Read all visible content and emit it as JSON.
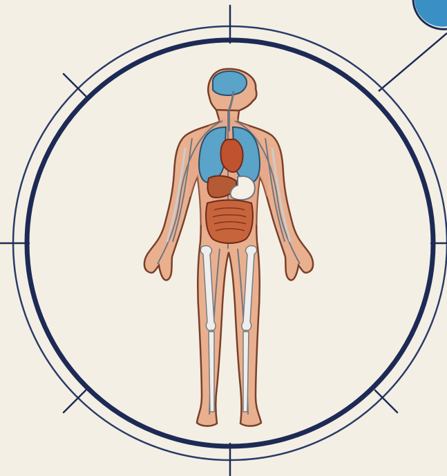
{
  "diagram": {
    "subject": "human-anatomy-figure",
    "colors": {
      "background": "#f3efe4",
      "ring_dark": "#1d2a55",
      "ring_light": "#2b3a68",
      "skin": "#e9b08f",
      "skin_outline": "#7a3f2a",
      "brain": "#5aa3c9",
      "lungs": "#5aa3c9",
      "heart": "#c1522f",
      "liver": "#b45a34",
      "stomach": "#f5f0e6",
      "intestines": "#c8643b",
      "bone": "#eeeeee",
      "vessel": "#6f7682",
      "corner_accent": "#3a8fc5"
    },
    "parts": [
      "brain",
      "spinal-cord",
      "lungs",
      "heart",
      "liver",
      "stomach",
      "intestines",
      "leg-bones",
      "blood-vessels"
    ]
  }
}
